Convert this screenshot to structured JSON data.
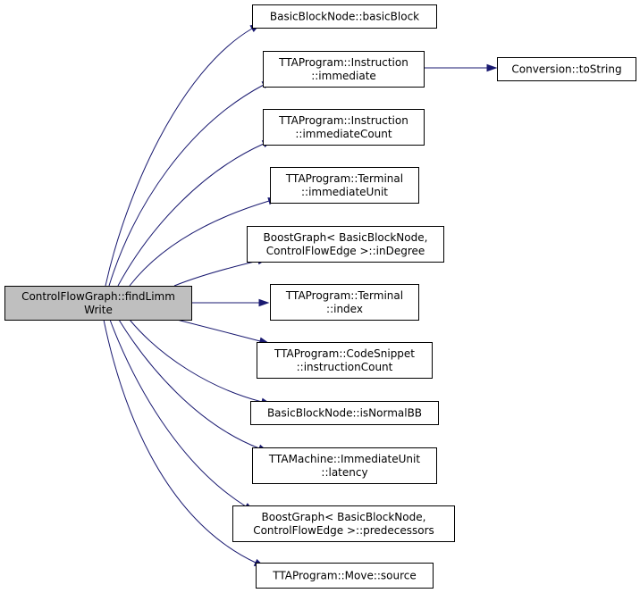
{
  "graph": {
    "root": {
      "id": "root",
      "lines": [
        "ControlFlowGraph::findLimm",
        "Write"
      ]
    },
    "nodes": [
      {
        "id": "n1",
        "lines": [
          "BasicBlockNode::basicBlock"
        ]
      },
      {
        "id": "n2",
        "lines": [
          "TTAProgram::Instruction",
          "::immediate"
        ]
      },
      {
        "id": "n3",
        "lines": [
          "Conversion::toString"
        ]
      },
      {
        "id": "n4",
        "lines": [
          "TTAProgram::Instruction",
          "::immediateCount"
        ]
      },
      {
        "id": "n5",
        "lines": [
          "TTAProgram::Terminal",
          "::immediateUnit"
        ]
      },
      {
        "id": "n6",
        "lines": [
          "BoostGraph< BasicBlockNode,",
          "ControlFlowEdge >::inDegree"
        ]
      },
      {
        "id": "n7",
        "lines": [
          "TTAProgram::Terminal",
          "::index"
        ]
      },
      {
        "id": "n8",
        "lines": [
          "TTAProgram::CodeSnippet",
          "::instructionCount"
        ]
      },
      {
        "id": "n9",
        "lines": [
          "BasicBlockNode::isNormalBB"
        ]
      },
      {
        "id": "n10",
        "lines": [
          "TTAMachine::ImmediateUnit",
          "::latency"
        ]
      },
      {
        "id": "n11",
        "lines": [
          "BoostGraph< BasicBlockNode,",
          "ControlFlowEdge >::predecessors"
        ]
      },
      {
        "id": "n12",
        "lines": [
          "TTAProgram::Move::source"
        ]
      }
    ],
    "edges": [
      {
        "from": "root",
        "to": "n1"
      },
      {
        "from": "root",
        "to": "n2"
      },
      {
        "from": "n2",
        "to": "n3"
      },
      {
        "from": "root",
        "to": "n4"
      },
      {
        "from": "root",
        "to": "n5"
      },
      {
        "from": "root",
        "to": "n6"
      },
      {
        "from": "root",
        "to": "n7"
      },
      {
        "from": "root",
        "to": "n8"
      },
      {
        "from": "root",
        "to": "n9"
      },
      {
        "from": "root",
        "to": "n10"
      },
      {
        "from": "root",
        "to": "n11"
      },
      {
        "from": "root",
        "to": "n12"
      }
    ],
    "colors": {
      "root_fill": "#bfbfbf",
      "node_fill": "#ffffff",
      "border": "#000000",
      "edge": "#191970"
    }
  }
}
